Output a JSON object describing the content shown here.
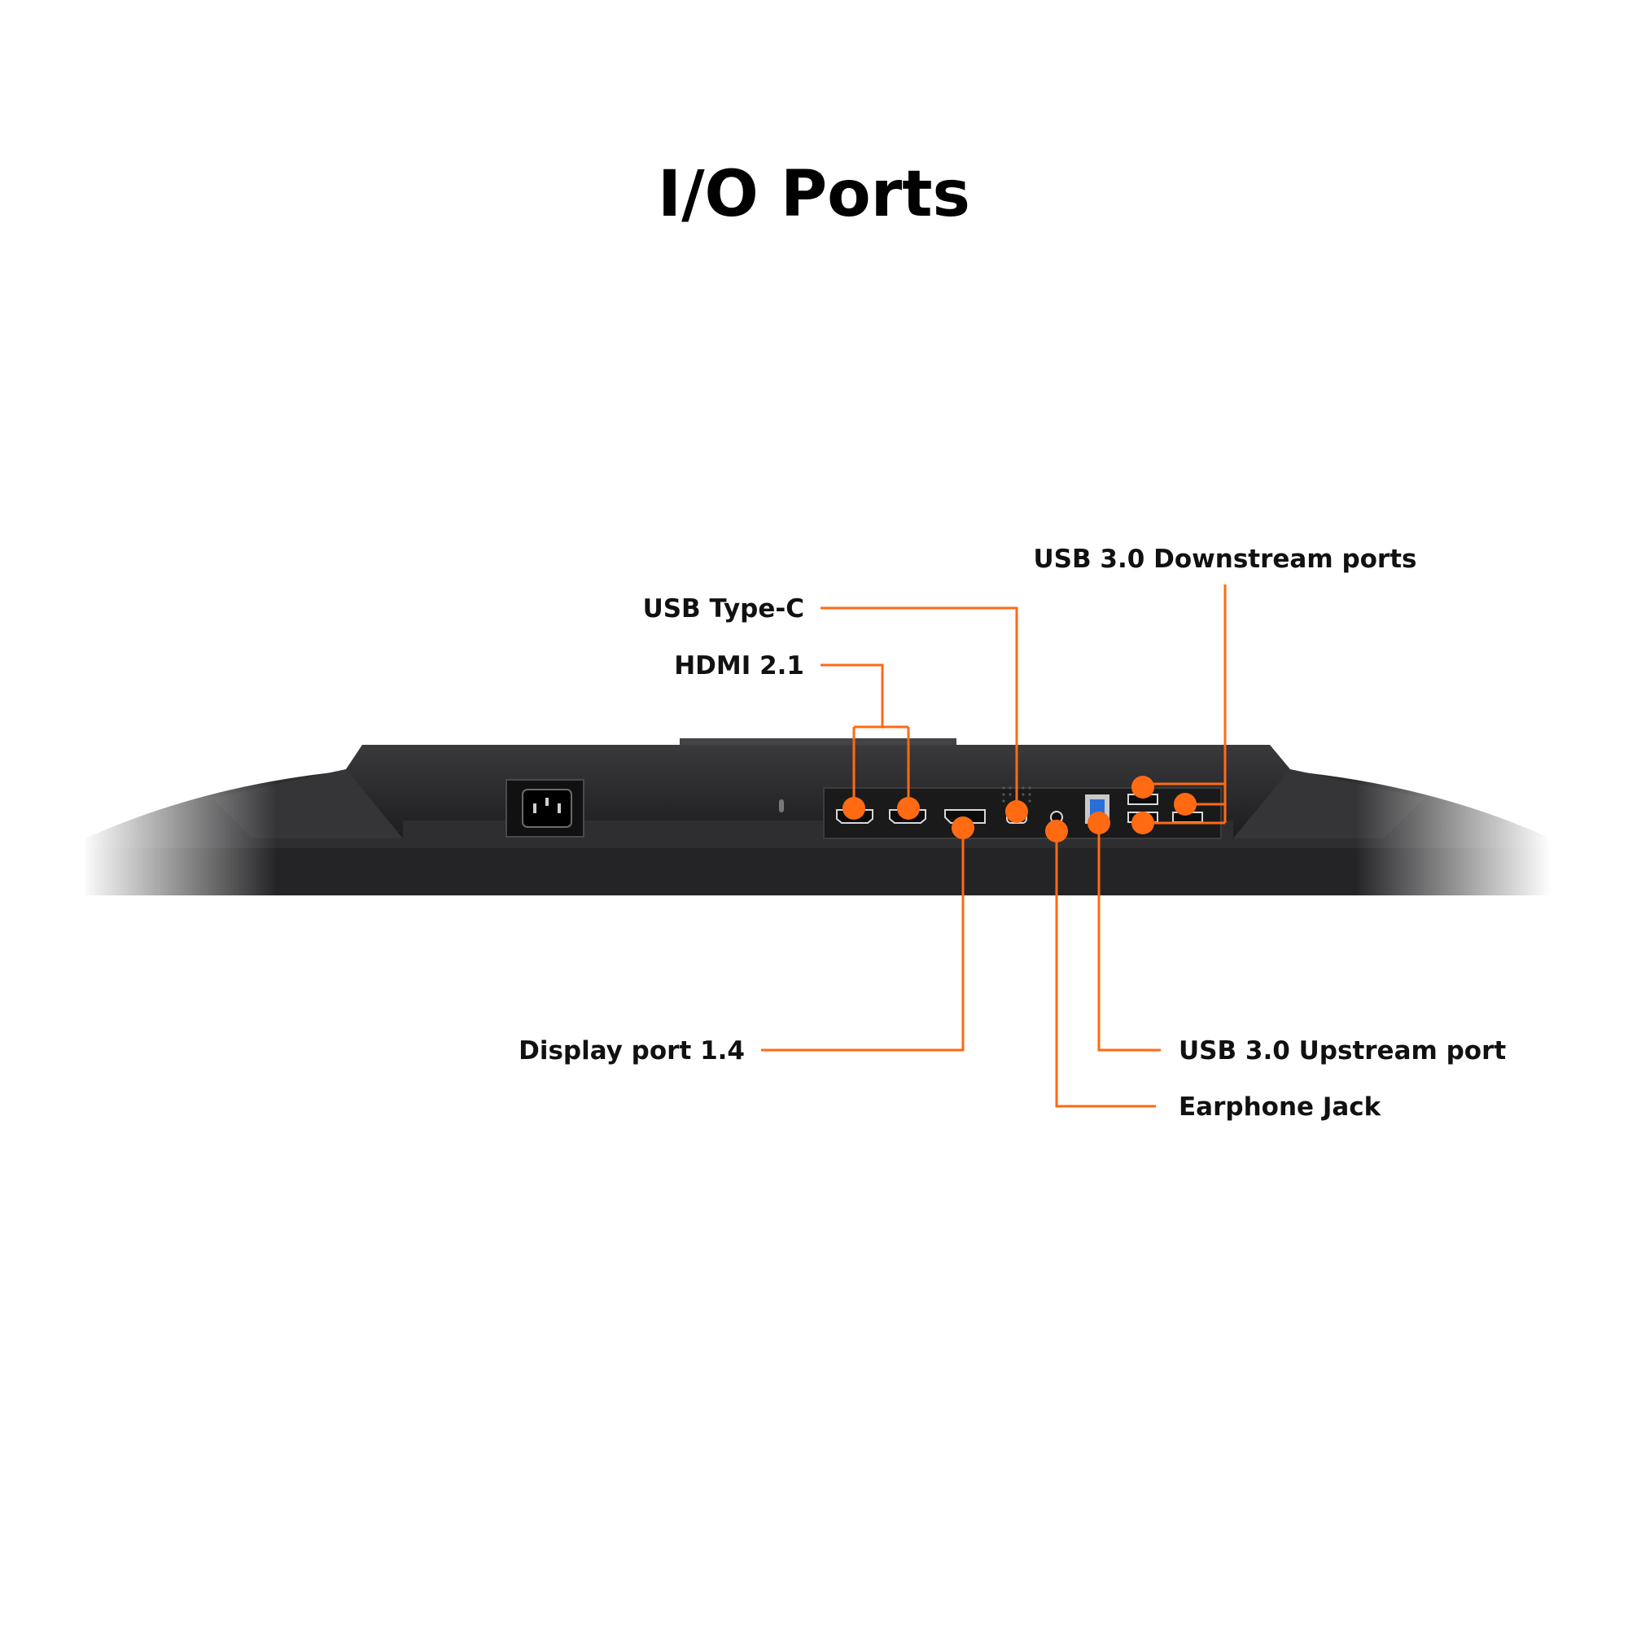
{
  "title": "I/O Ports",
  "accent_color": "#ff6a13",
  "bezel_color": "#2a2a2b",
  "labels": {
    "usb_type_c": "USB Type-C",
    "hdmi": "HDMI 2.1",
    "usb_downstream": "USB 3.0 Downstream ports",
    "display_port": "Display port 1.4",
    "usb_upstream": "USB 3.0 Upstream port",
    "earphone_jack": "Earphone Jack"
  }
}
